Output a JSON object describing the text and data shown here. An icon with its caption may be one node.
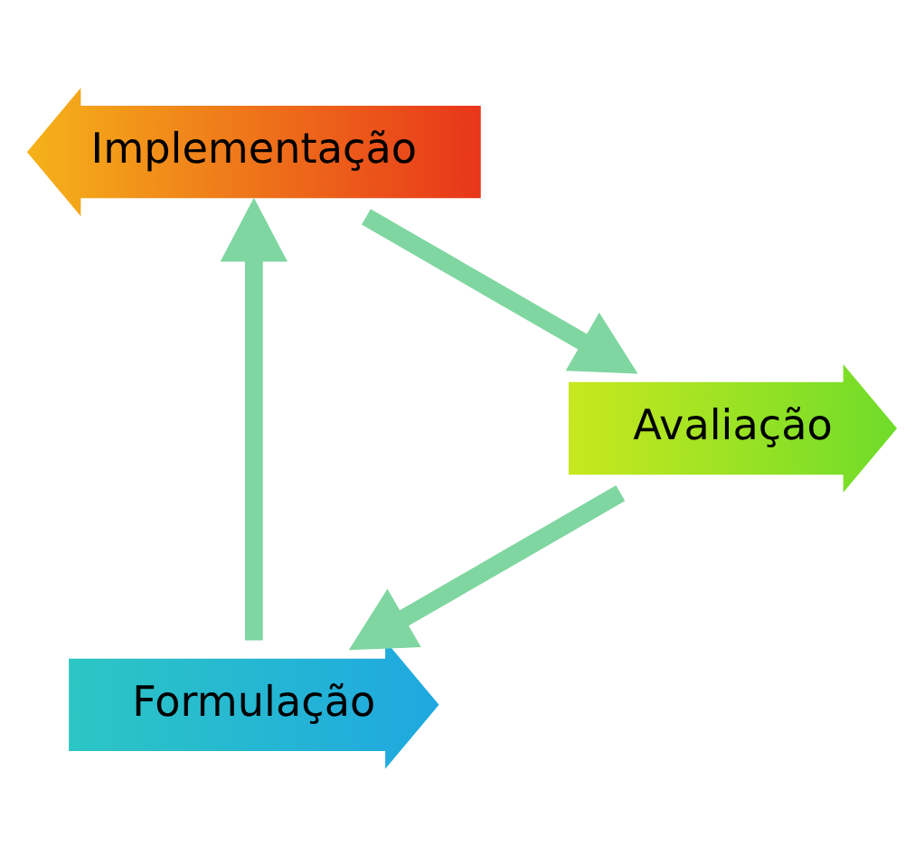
{
  "diagram": {
    "nodes": [
      {
        "text": [
          "Formulação"
        ]
      },
      {
        "text": [
          "Implementação"
        ]
      },
      {
        "text": [
          "Avaliação"
        ]
      }
    ],
    "edges": [
      {
        "from": 0,
        "to": 1,
        "arrow": "to"
      },
      {
        "from": 1,
        "to": 2,
        "arrow": "to"
      },
      {
        "from": 2,
        "to": 0,
        "arrow": "to"
      }
    ]
  }
}
